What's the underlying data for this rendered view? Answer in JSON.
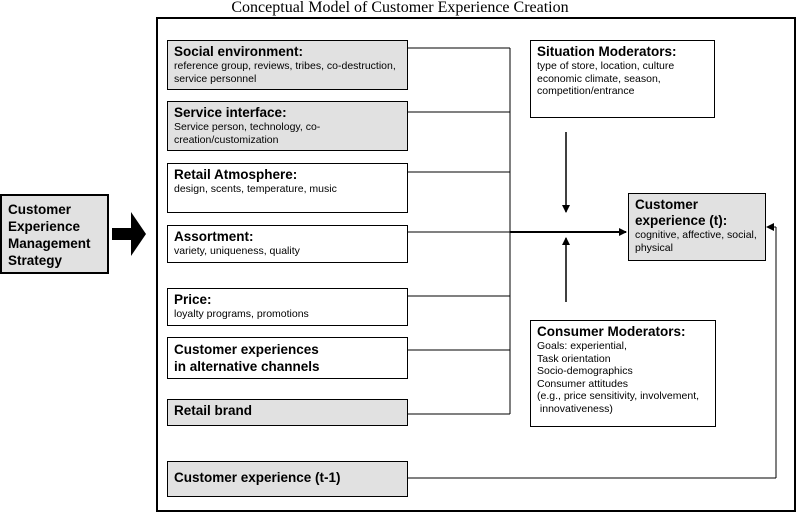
{
  "title": "Conceptual Model of Customer Experience Creation",
  "strategy": {
    "label_lines": [
      "Customer",
      "Experience",
      "Management",
      "Strategy"
    ]
  },
  "drivers": [
    {
      "heading": "Social environment:",
      "detail": "reference group, reviews, tribes, co-destruction,  service personnel",
      "shaded": true
    },
    {
      "heading": "Service interface:",
      "detail": "Service person, technology, co-creation/customization",
      "shaded": true
    },
    {
      "heading": "Retail Atmosphere:",
      "detail": "design, scents, temperature, music",
      "shaded": false
    },
    {
      "heading": "Assortment:",
      "detail": "variety, uniqueness, quality",
      "shaded": false
    },
    {
      "heading": "Price:",
      "detail": "loyalty programs, promotions",
      "shaded": false
    },
    {
      "heading": "Customer experiences in alternative channels",
      "detail": "",
      "shaded": false
    },
    {
      "heading": "Retail brand",
      "detail": "",
      "shaded": true
    }
  ],
  "situation_moderators": {
    "heading": "Situation Moderators:",
    "detail": "type of store, location, culture economic climate, season, competition/entrance"
  },
  "consumer_moderators": {
    "heading": "Consumer Moderators:",
    "lines": [
      "Goals: experiential,",
      "Task orientation",
      "Socio-demographics",
      "Consumer attitudes",
      "(e.g., price sensitivity, involvement,",
      " innovativeness)"
    ]
  },
  "customer_experience": {
    "heading": "Customer experience (t):",
    "detail": "cognitive, affective, social, physical"
  },
  "prior_experience": {
    "heading": "Customer experience (t-1)"
  },
  "colors": {
    "shaded_box": "#e1e1e1",
    "line": "#000000"
  }
}
